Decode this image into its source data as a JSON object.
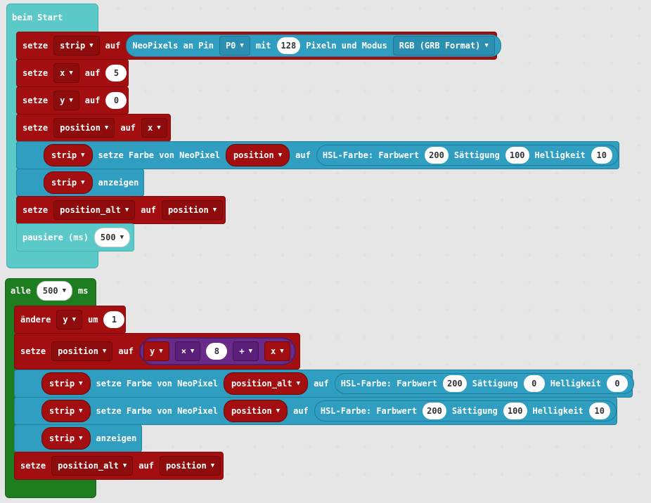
{
  "on_start": {
    "title": "beim Start",
    "row1": {
      "setze": "setze",
      "var": "strip",
      "auf": "auf",
      "neopixel_label": "NeoPixels an Pin",
      "pin": "P0",
      "mit": "mit",
      "count": "128",
      "pixel_mode_label": "Pixeln und Modus",
      "mode": "RGB (GRB Format)"
    },
    "row2": {
      "setze": "setze",
      "var": "x",
      "auf": "auf",
      "value": "5"
    },
    "row3": {
      "setze": "setze",
      "var": "y",
      "auf": "auf",
      "value": "0"
    },
    "row4": {
      "setze": "setze",
      "var": "position",
      "auf": "auf",
      "value_var": "x"
    },
    "row5": {
      "strip": "strip",
      "action": "setze Farbe von NeoPixel",
      "pos": "position",
      "auf": "auf",
      "hsl": "HSL-Farbe: Farbwert",
      "hue": "200",
      "sat_label": "Sättigung",
      "sat": "100",
      "light_label": "Helligkeit",
      "light": "10"
    },
    "row6": {
      "strip": "strip",
      "action": "anzeigen"
    },
    "row7": {
      "setze": "setze",
      "var": "position_alt",
      "auf": "auf",
      "value_var": "position"
    },
    "row8": {
      "label": "pausiere (ms)",
      "value": "500"
    }
  },
  "every": {
    "alle": "alle",
    "ms_value": "500",
    "ms": "ms",
    "row1": {
      "aendere": "ändere",
      "var": "y",
      "um": "um",
      "value": "1"
    },
    "row2": {
      "setze": "setze",
      "var": "position",
      "auf": "auf",
      "y": "y",
      "times": "×",
      "eight": "8",
      "plus": "+",
      "x": "x"
    },
    "row3": {
      "strip": "strip",
      "action": "setze Farbe von NeoPixel",
      "pos": "position_alt",
      "auf": "auf",
      "hsl": "HSL-Farbe: Farbwert",
      "hue": "200",
      "sat_label": "Sättigung",
      "sat": "0",
      "light_label": "Helligkeit",
      "light": "0"
    },
    "row4": {
      "strip": "strip",
      "action": "setze Farbe von NeoPixel",
      "pos": "position",
      "auf": "auf",
      "hsl": "HSL-Farbe: Farbwert",
      "hue": "200",
      "sat_label": "Sättigung",
      "sat": "100",
      "light_label": "Helligkeit",
      "light": "10"
    },
    "row5": {
      "strip": "strip",
      "action": "anzeigen"
    },
    "row6": {
      "setze": "setze",
      "var": "position_alt",
      "auf": "auf",
      "value_var": "position"
    }
  },
  "colors": {
    "teal": "#5cc9c9",
    "green": "#1e7d1e",
    "red": "#a30f10",
    "blue": "#2f9ec1",
    "purple": "#6a2a8a"
  },
  "icons": {
    "dropdown": "caret-down-icon"
  }
}
